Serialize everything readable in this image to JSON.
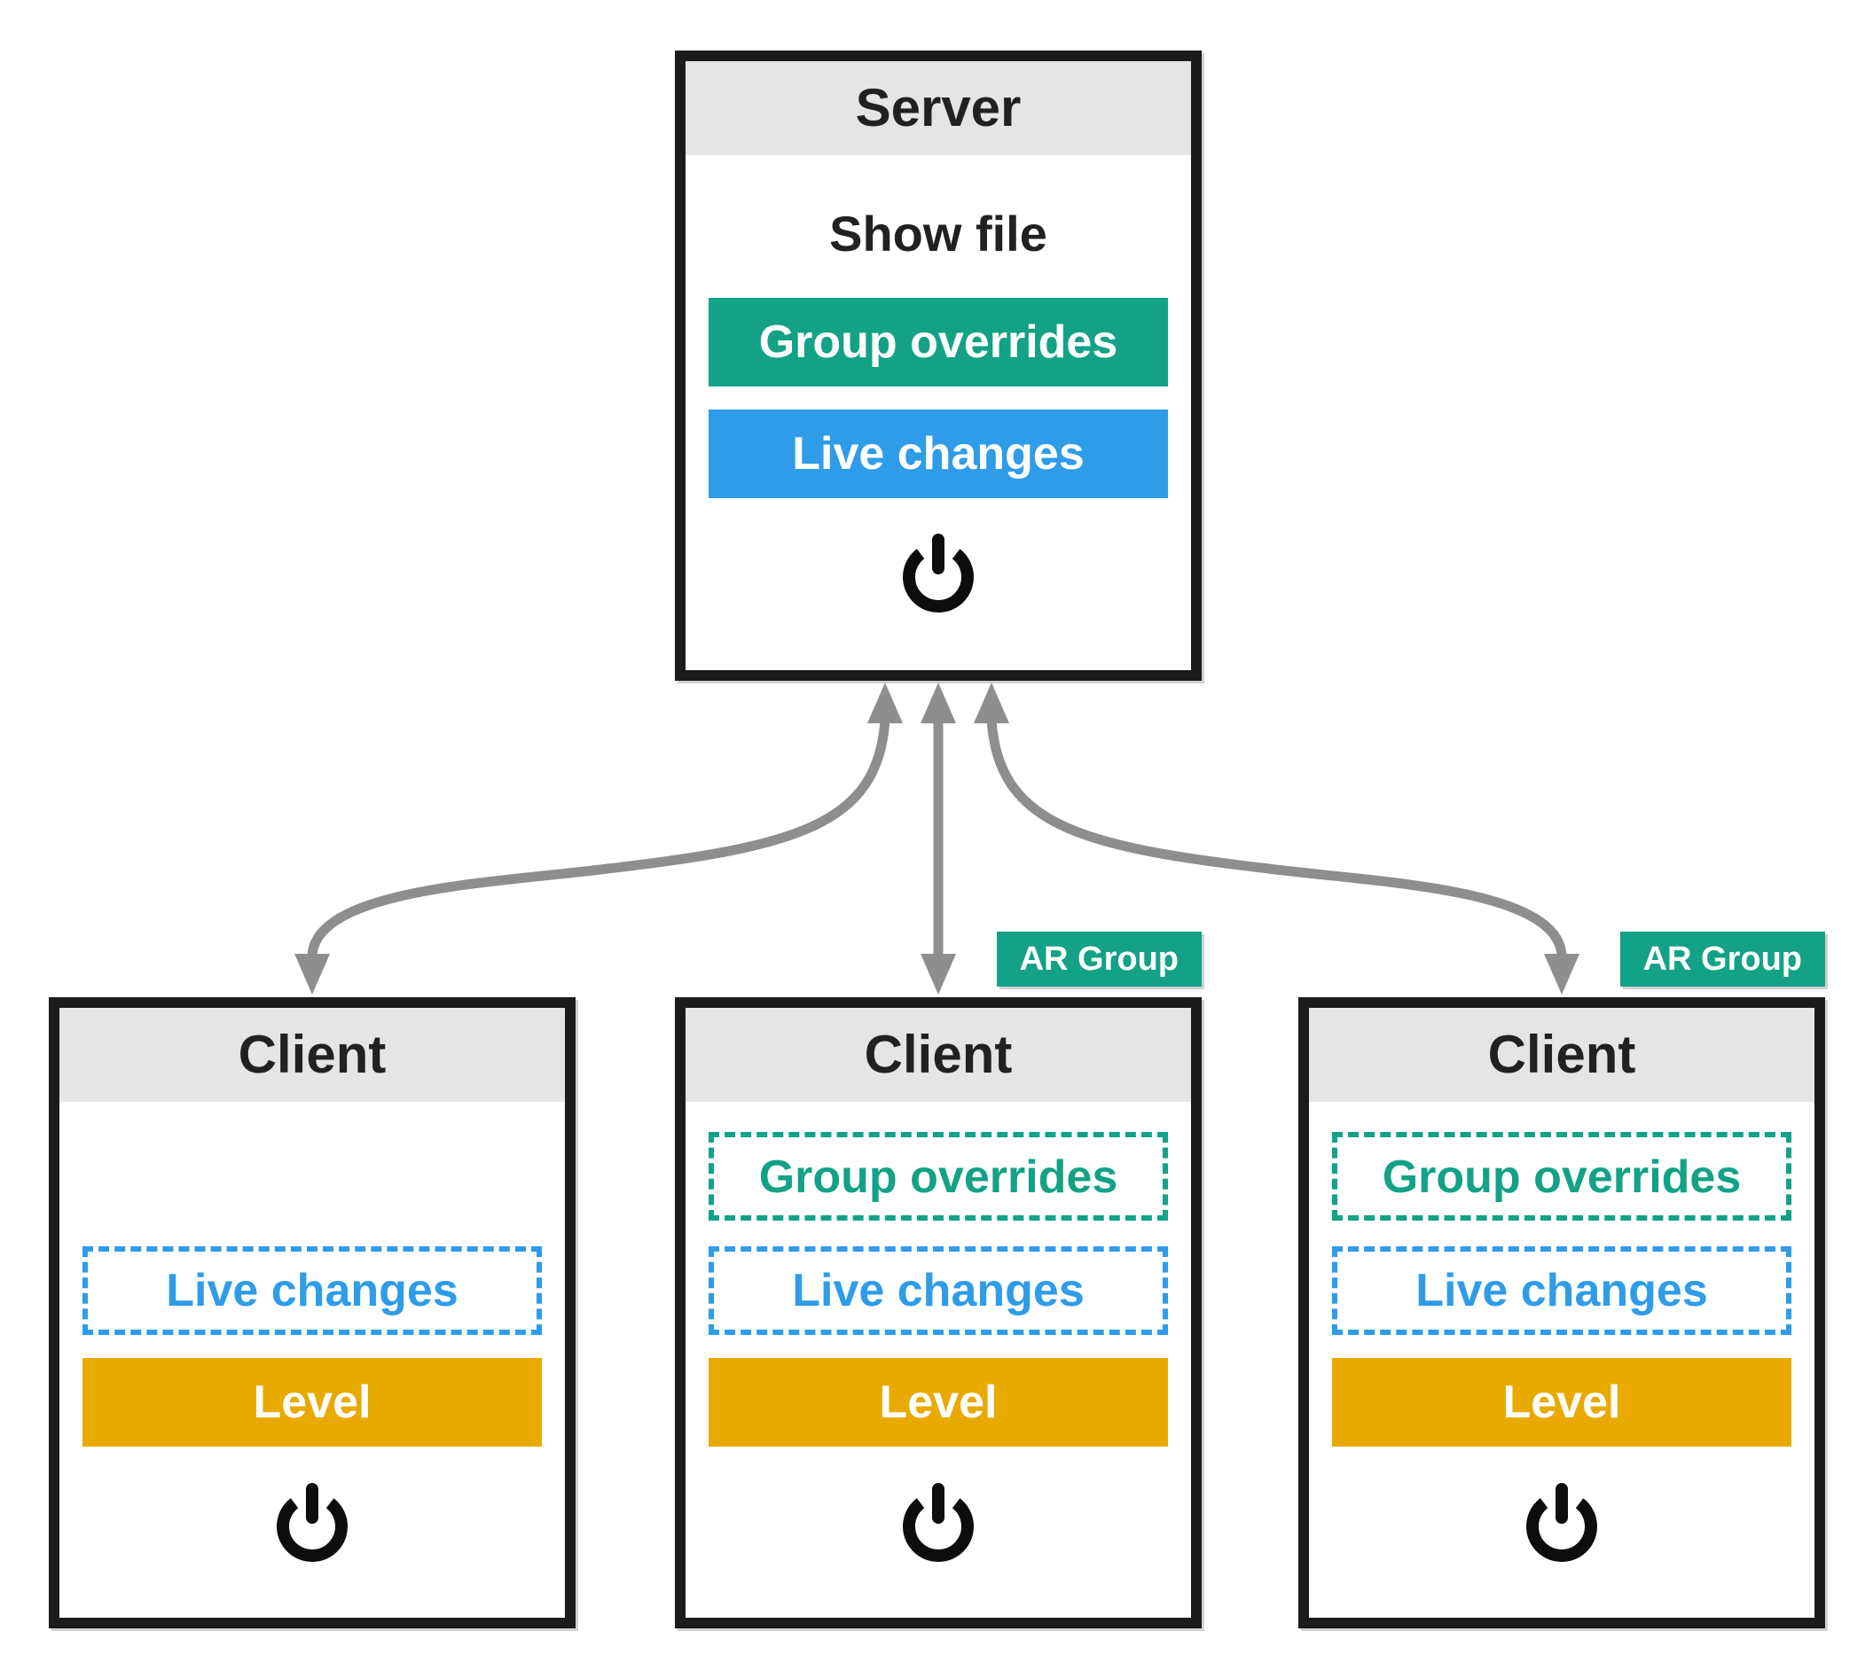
{
  "colors": {
    "box_border": "#1b1b1b",
    "header_bg": "#e5e5e5",
    "teal": "#13a286",
    "blue": "#2e9ce8",
    "orange": "#e9aa00",
    "arrow_gray": "#8e8e8e",
    "label_on_color": "#ffffff",
    "heading_text": "#212121"
  },
  "server": {
    "title": "Server",
    "show_file": "Show file",
    "group_overrides": "Group overrides",
    "live_changes": "Live changes"
  },
  "clients": [
    {
      "title": "Client",
      "live_changes": "Live changes",
      "level": "Level"
    },
    {
      "title": "Client",
      "badge": "AR Group",
      "group_overrides": "Group overrides",
      "live_changes": "Live changes",
      "level": "Level"
    },
    {
      "title": "Client",
      "badge": "AR Group",
      "group_overrides": "Group overrides",
      "live_changes": "Live changes",
      "level": "Level"
    }
  ]
}
